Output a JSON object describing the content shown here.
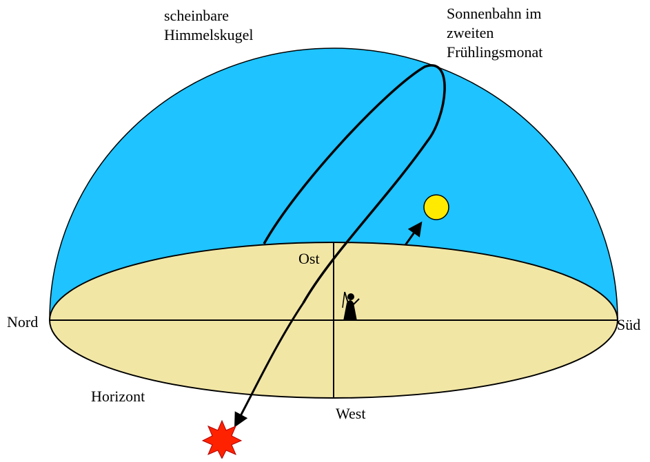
{
  "labels": {
    "sphere": [
      "scheinbare",
      "Himmelskugel"
    ],
    "path": [
      "Sonnenbahn im",
      "zweiten",
      "Frühlingsmonat"
    ],
    "north": "Nord",
    "south": "Süd",
    "east": "Ost",
    "west": "West",
    "horizon": "Horizont"
  },
  "colors": {
    "dome": "#1ec3ff",
    "horizon_plane": "#f2e6a5",
    "sun": "#ffea00",
    "sunset_star": "#ff2200",
    "lines": "#000000"
  },
  "icons": {
    "observer": "observer-figure-icon",
    "sun": "sun-icon",
    "sunset": "sunset-burst-icon"
  }
}
